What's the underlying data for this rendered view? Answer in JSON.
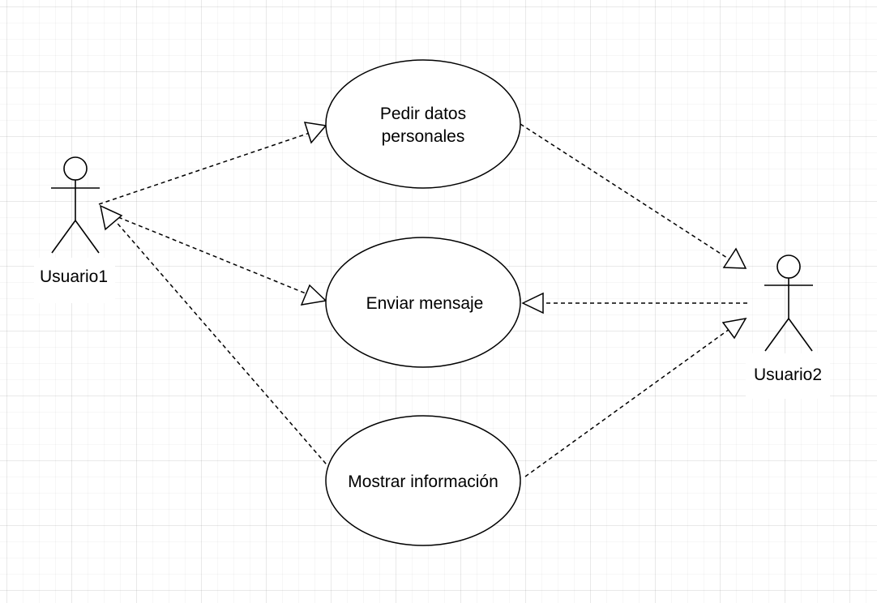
{
  "actors": {
    "usuario1": {
      "label": "Usuario1"
    },
    "usuario2": {
      "label": "Usuario2"
    }
  },
  "use_cases": {
    "pedir_datos": {
      "line1": "Pedir datos",
      "line2": "personales"
    },
    "enviar_mensaje": {
      "label": "Enviar mensaje"
    },
    "mostrar_informacion": {
      "label": "Mostrar información"
    }
  },
  "relationships": [
    {
      "from": "Usuario1",
      "to": "Pedir datos personales",
      "style": "dashed",
      "arrow": "hollow-triangle"
    },
    {
      "from": "Usuario1",
      "to": "Enviar mensaje",
      "style": "dashed",
      "arrow": "hollow-triangle"
    },
    {
      "from": "Mostrar información",
      "to": "Usuario1",
      "style": "dashed",
      "arrow": "hollow-triangle"
    },
    {
      "from": "Pedir datos personales",
      "to": "Usuario2",
      "style": "dashed",
      "arrow": "hollow-triangle"
    },
    {
      "from": "Usuario2",
      "to": "Enviar mensaje",
      "style": "dashed",
      "arrow": "hollow-triangle"
    },
    {
      "from": "Mostrar información",
      "to": "Usuario2",
      "style": "dashed",
      "arrow": "hollow-triangle"
    }
  ],
  "colors": {
    "stroke": "#000000",
    "fill": "#ffffff",
    "grid": "#e6e6e6"
  }
}
